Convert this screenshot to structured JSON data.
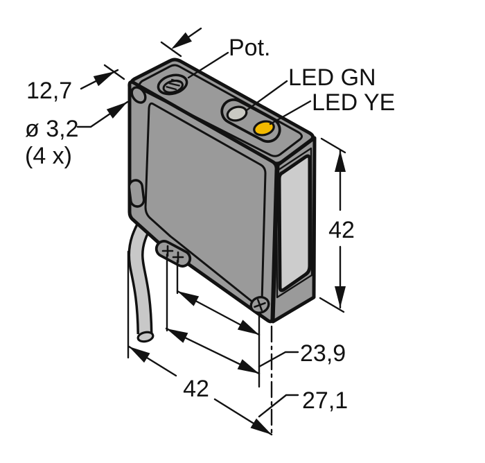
{
  "figure": {
    "title": "Photoelectric sensor dimensional drawing",
    "colors": {
      "body": "#9a9a9a",
      "outline": "#121212",
      "lens": "#cccccc",
      "cable": "#c8c8c8",
      "led_green": "#c9c9c3",
      "led_yellow": "#f3ba00",
      "background": "#ffffff"
    },
    "labels": {
      "width_top": "12,7",
      "hole_diameter": "ø 3,2",
      "hole_count": "(4 x)",
      "potentiometer": "Pot.",
      "led_green": "LED GN",
      "led_yellow": "LED YE",
      "height_right": "42",
      "dim_terminal_inner": "23,9",
      "dim_terminal_outer": "27,1",
      "width_bottom": "42"
    }
  }
}
